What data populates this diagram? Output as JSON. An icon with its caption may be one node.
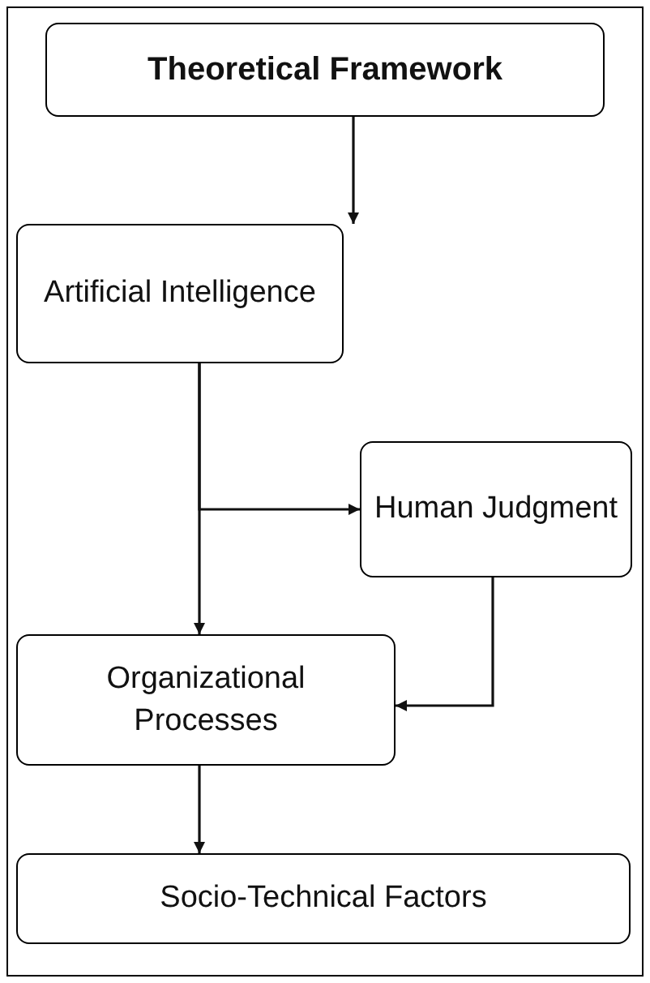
{
  "diagram": {
    "nodes": [
      {
        "text": [
          "Theoretical Framework"
        ]
      },
      {
        "text": [
          "Artificial Intelligence"
        ]
      },
      {
        "text": [
          "Human Judgment"
        ]
      },
      {
        "text": [
          "Organizational Processes"
        ]
      },
      {
        "text": [
          "Socio-Technical Factors"
        ]
      }
    ],
    "edges": [
      {
        "from": 0,
        "to": 1,
        "arrow": "to"
      },
      {
        "from": 1,
        "to": 3,
        "arrow": "to"
      },
      {
        "from": 1,
        "to": 2,
        "arrow": "to"
      },
      {
        "from": 2,
        "to": 3,
        "arrow": "to"
      },
      {
        "from": 3,
        "to": 4,
        "arrow": "to"
      }
    ]
  }
}
